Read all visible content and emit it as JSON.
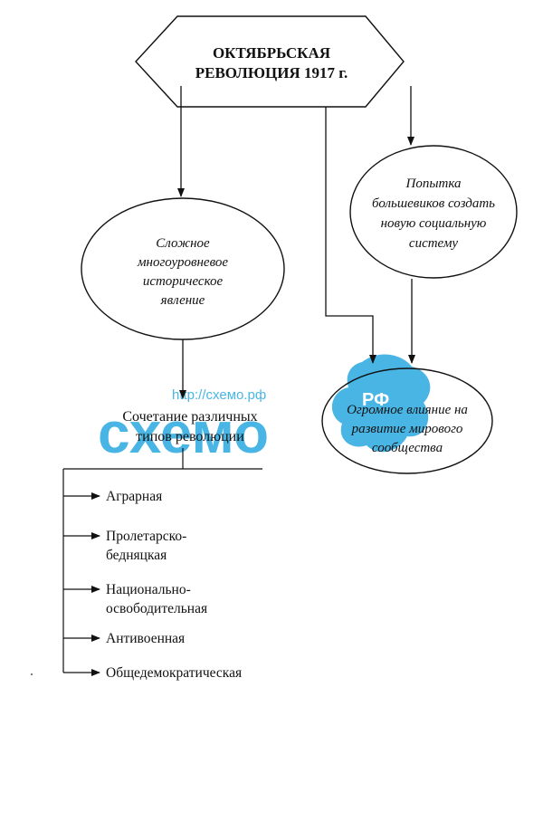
{
  "diagram": {
    "root": {
      "line1": "ОКТЯБРЬСКАЯ",
      "line2": "РЕВОЛЮЦИЯ 1917 г."
    },
    "left_ellipse": {
      "lines": [
        "Сложное",
        "многоуровневое",
        "историческое",
        "явление"
      ]
    },
    "right_ellipse": {
      "lines": [
        "Попытка",
        "большевиков создать",
        "новую социальную",
        "систему"
      ]
    },
    "bottom_ellipse": {
      "lines": [
        "Огромное влияние на",
        "развитие мирового",
        "сообщества"
      ]
    },
    "combination": {
      "line1": "Сочетание различных",
      "line2": "типов революции"
    },
    "types": [
      {
        "lines": [
          "Аграрная"
        ]
      },
      {
        "lines": [
          "Пролетарско-",
          "бедняцкая"
        ]
      },
      {
        "lines": [
          "Национально-",
          "освободительная"
        ]
      },
      {
        "lines": [
          "Антивоенная"
        ]
      },
      {
        "lines": [
          "Общедемократическая"
        ]
      }
    ]
  },
  "watermark": {
    "url": "http://схемо.рф",
    "brand": "схемо",
    "domain_badge": "РФ",
    "color": "#29a9e0"
  }
}
